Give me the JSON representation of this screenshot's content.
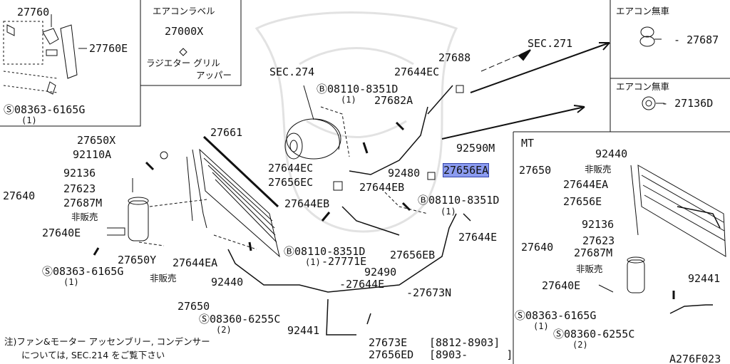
{
  "inset_topleft": {
    "part_a": "27760",
    "part_b": "27760E",
    "bolt": "08363-6165G",
    "bolt_qty": "(1)"
  },
  "aircon_label": {
    "title": "エアコンラベル",
    "part": "27000X",
    "loc_line1": "ラジエター グリル",
    "loc_line2": "アッパー"
  },
  "no_aircon_1": {
    "title": "エアコン無車",
    "part": "27687"
  },
  "no_aircon_2": {
    "title": "エアコン無車",
    "part": "27136D"
  },
  "sec271": "SEC.271",
  "sec274": "SEC.274",
  "main_labels": {
    "p27688": "27688",
    "p27644EC_top": "27644EC",
    "bolt_b1": "08110-8351D",
    "bolt_b1_qty": "(1)",
    "p27682A": "27682A",
    "p27661": "27661",
    "p27650X": "27650X",
    "p92110A": "92110A",
    "p92136": "92136",
    "p27623": "27623",
    "p27640": "27640",
    "p27687M": "27687M",
    "not_sold_1": "非販売",
    "p27640E": "27640E",
    "bolt_s1": "08363-6165G",
    "bolt_s1_qty": "(1)",
    "p27650Y": "27650Y",
    "p27644EA": "27644EA",
    "not_sold_2": "非販売",
    "p92440": "92440",
    "p27650": "27650",
    "bolt_s2": "08360-6255C",
    "bolt_s2_qty": "(2)",
    "p92441": "92441",
    "p27644EC_mid": "27644EC",
    "p27656EC": "27656EC",
    "p27644EB_left": "27644EB",
    "p92480": "92480",
    "p92590M": "92590M",
    "p27656EA": "27656EA",
    "p27644EB_mid": "27644EB",
    "bolt_b2": "08110-8351D",
    "bolt_b2_qty": "(1)",
    "p27644E_right": "27644E",
    "p27656EB": "27656EB",
    "bolt_b3": "08110-8351D",
    "bolt_b3_qty": "(1)",
    "p27771E": "27771E",
    "p92490": "92490",
    "p27644E_low": "27644E",
    "p27673N": "27673N",
    "p27673E": "27673E",
    "p27673E_date": "[8812-8903]",
    "p27656ED": "27656ED",
    "p27656ED_date": "[8903-      ]"
  },
  "mt_panel": {
    "title": "MT",
    "p92440": "92440",
    "p27650": "27650",
    "not_sold_a": "非販売",
    "p27644EA": "27644EA",
    "p27656E": "27656E",
    "p92136": "92136",
    "p27623": "27623",
    "p27640": "27640",
    "p27687M": "27687M",
    "not_sold_b": "非販売",
    "p27640E": "27640E",
    "p92441": "92441",
    "bolt_s1": "08363-6165G",
    "bolt_s1_qty": "(1)",
    "bolt_s2": "08360-6255C",
    "bolt_s2_qty": "(2)"
  },
  "footnote": {
    "line1": "注)ファン&モーター アッセンブリー, コンデンサー",
    "line2": "については, SEC.214 をご覧下さい"
  },
  "figure_code": "A276F023"
}
